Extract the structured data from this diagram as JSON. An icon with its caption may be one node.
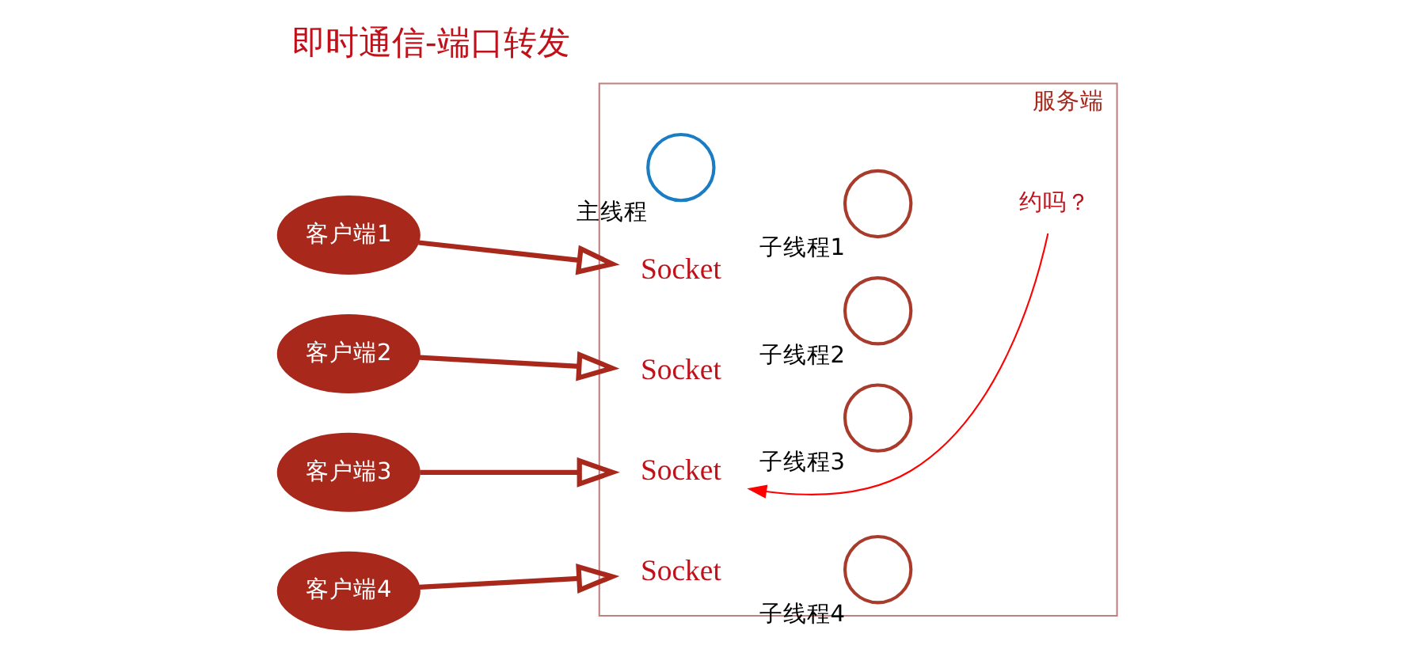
{
  "diagram": {
    "title": "即时通信-端口转发",
    "nodes": [
      {
        "text": [
          "服务端"
        ]
      },
      {
        "text": [],
        "shape": "circle",
        "beside": [
          "主线程"
        ],
        "in": 0
      },
      {
        "text": [
          "客户端1"
        ]
      },
      {
        "text": [
          "Socket"
        ],
        "in": 0
      },
      {
        "text": [],
        "shape": "circle",
        "beside": [
          "子线程1"
        ],
        "in": 0
      },
      {
        "text": [
          "约吗？"
        ],
        "in": 0
      },
      {
        "text": [
          "客户端2"
        ]
      },
      {
        "text": [
          "Socket"
        ],
        "in": 0
      },
      {
        "text": [],
        "shape": "circle",
        "beside": [
          "子线程2"
        ],
        "in": 0
      },
      {
        "text": [
          "客户端3"
        ]
      },
      {
        "text": [
          "Socket"
        ],
        "in": 0
      },
      {
        "text": [],
        "shape": "circle",
        "beside": [
          "子线程3"
        ],
        "in": 0
      },
      {
        "text": [
          "客户端4"
        ]
      },
      {
        "text": [
          "Socket"
        ],
        "in": 0
      },
      {
        "text": [],
        "shape": "circle",
        "beside": [
          "子线程4"
        ],
        "in": 0
      }
    ],
    "edges": [
      {
        "from": 2,
        "to": 3,
        "arrow": "to"
      },
      {
        "from": 6,
        "to": 7,
        "arrow": "to"
      },
      {
        "from": 9,
        "to": 10,
        "arrow": "to"
      },
      {
        "from": 12,
        "to": 13,
        "arrow": "to"
      },
      {
        "from": 5,
        "to": 10,
        "arrow": "to",
        "color": "#ff0000"
      }
    ]
  }
}
